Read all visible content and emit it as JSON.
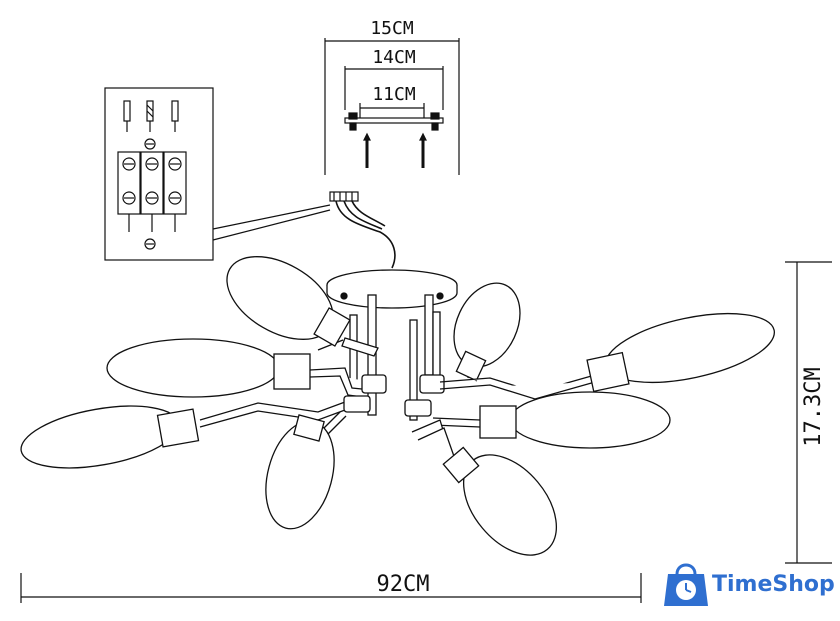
{
  "dimensions": {
    "top_outer": "15CM",
    "top_middle": "14CM",
    "top_inner": "11CM",
    "height": "17.3CM",
    "width": "92CM"
  },
  "brand": {
    "name": "TimeShop",
    "colors": {
      "primary": "#2f6fd0",
      "dark": "#1f4fa8"
    },
    "icon": "shopping-bag-clock-icon"
  },
  "colors": {
    "line": "#111111",
    "background": "#ffffff"
  }
}
